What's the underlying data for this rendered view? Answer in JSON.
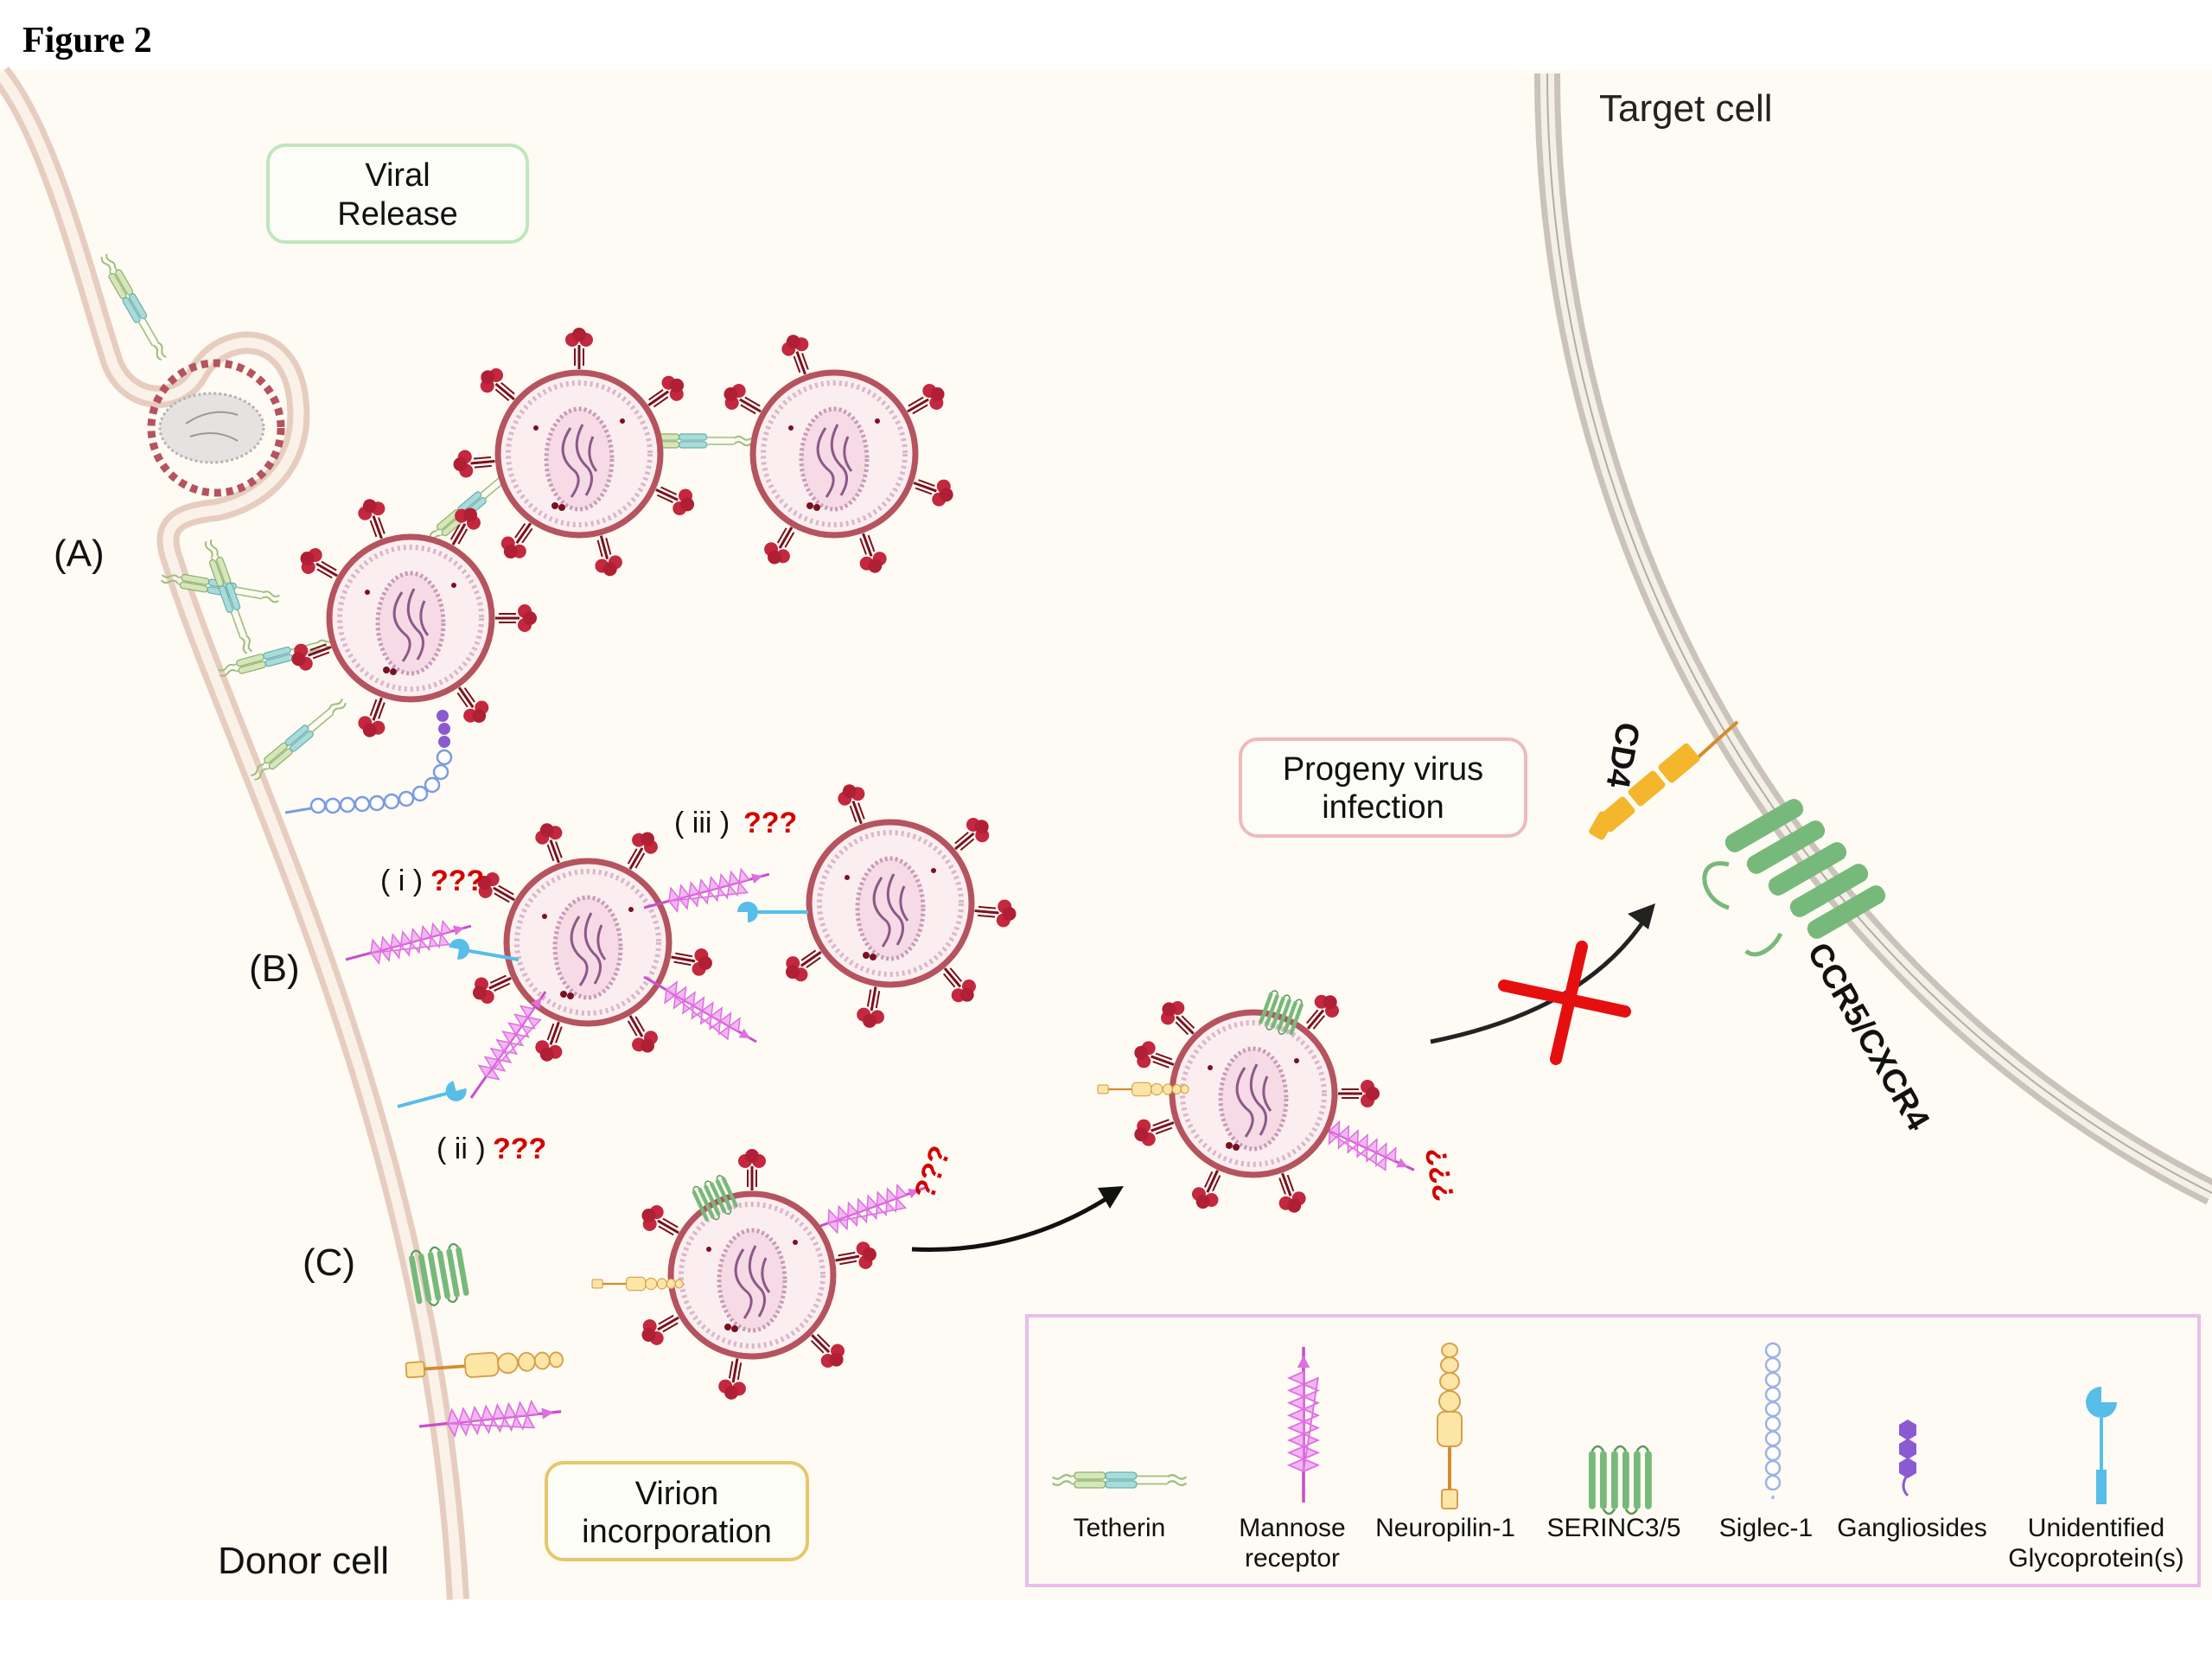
{
  "figure_title": "Figure 2",
  "cells": {
    "target": "Target cell",
    "donor": "Donor cell"
  },
  "sections": {
    "a": "(A)",
    "b": "(B)",
    "c": "(C)"
  },
  "boxes": {
    "viral_release": [
      "Viral",
      "Release"
    ],
    "progeny": [
      "Progeny virus",
      "infection"
    ],
    "incorporation": [
      "Virion",
      "incorporation"
    ]
  },
  "annotations": {
    "i_label": "( i )",
    "ii_label": "( ii )",
    "iii_label": "( iii )",
    "unknown": "???"
  },
  "receptors": {
    "cd4": "CD4",
    "ccr5": "CCR5/CXCR4"
  },
  "legend": [
    {
      "line1": "Tetherin",
      "line2": ""
    },
    {
      "line1": "Mannose",
      "line2": "receptor"
    },
    {
      "line1": "Neuropilin-1",
      "line2": ""
    },
    {
      "line1": "SERINC3/5",
      "line2": ""
    },
    {
      "line1": "Siglec-1",
      "line2": ""
    },
    {
      "line1": "Gangliosides",
      "line2": ""
    },
    {
      "line1": "Unidentified",
      "line2": "Glycoprotein(s)"
    }
  ],
  "colors": {
    "background": "#fdfbf3",
    "membrane": "#e6cdbf",
    "target_membrane": "#cbc3bb",
    "virion_envelope": "#b5535e",
    "spike": "#c3283f",
    "tetherin": "#d4e7b8",
    "tetherin_cyan": "#a8dcd9",
    "mannose": "#de6fe0",
    "neuropilin": "#e3a13a",
    "serinc": "#77b97a",
    "siglec": "#9fb2e6",
    "ganglioside": "#8c5ad0",
    "glycoprotein": "#58bde8",
    "box_green": "#bfe6bd",
    "box_pink": "#f0b9bd",
    "box_yellow": "#e6c76b",
    "legend_border": "#ebbdeb",
    "red_cross": "#e60f0f",
    "question_red": "#d40000"
  }
}
